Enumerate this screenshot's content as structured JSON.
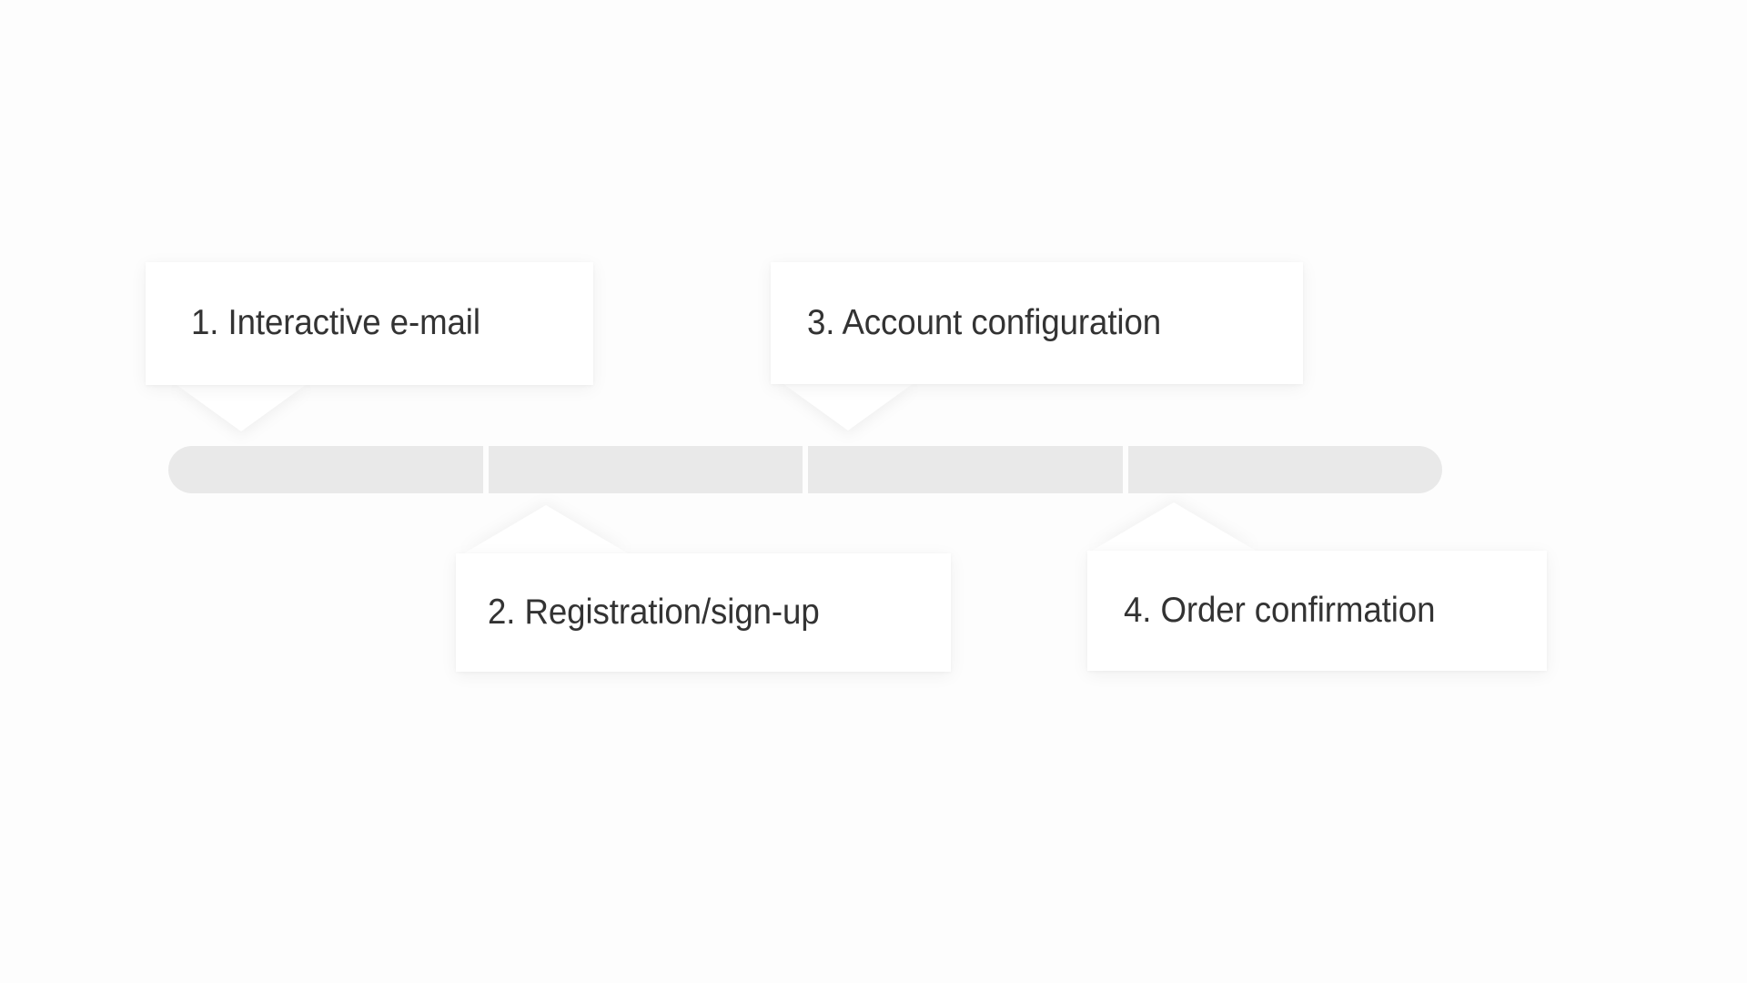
{
  "colors": {
    "background": "#fdfdfd",
    "bar_segment": "#e9e9e9",
    "callout_background": "#ffffff",
    "label_text": "#333333"
  },
  "progress_bar": {
    "segment_count": 4,
    "segments": [
      {
        "index": 1,
        "filled": false
      },
      {
        "index": 2,
        "filled": false
      },
      {
        "index": 3,
        "filled": false
      },
      {
        "index": 4,
        "filled": false
      }
    ]
  },
  "steps": [
    {
      "number": "1.",
      "label": "1. Interactive e-mail",
      "text": "Interactive e-mail",
      "position": "above",
      "segment": 1
    },
    {
      "number": "2.",
      "label": "2. Registration/sign-up",
      "text": "Registration/sign-up",
      "position": "below",
      "segment": 2
    },
    {
      "number": "3.",
      "label": "3. Account configuration",
      "text": "Account configuration",
      "position": "above",
      "segment": 3
    },
    {
      "number": "4.",
      "label": "4. Order confirmation",
      "text": "Order confirmation",
      "position": "below",
      "segment": 4
    }
  ]
}
